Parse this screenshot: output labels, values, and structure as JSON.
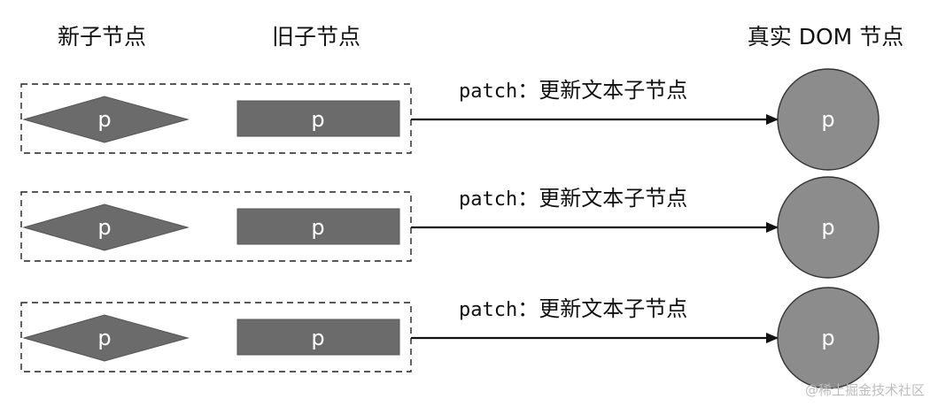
{
  "headers": {
    "new_children": "新子节点",
    "old_children": "旧子节点",
    "real_dom": "真实 DOM 节点"
  },
  "rows": [
    {
      "new_node": "p",
      "old_node": "p",
      "dom_node": "p",
      "patch_code": "patch",
      "patch_desc": "：更新文本子节点"
    },
    {
      "new_node": "p",
      "old_node": "p",
      "dom_node": "p",
      "patch_code": "patch",
      "patch_desc": "：更新文本子节点"
    },
    {
      "new_node": "p",
      "old_node": "p",
      "dom_node": "p",
      "patch_code": "patch",
      "patch_desc": "：更新文本子节点"
    }
  ],
  "watermark": "@稀土掘金技术社区",
  "colors": {
    "node_fill": "#6b6b6b",
    "dom_fill": "#8c8c8c",
    "line": "#111111"
  }
}
